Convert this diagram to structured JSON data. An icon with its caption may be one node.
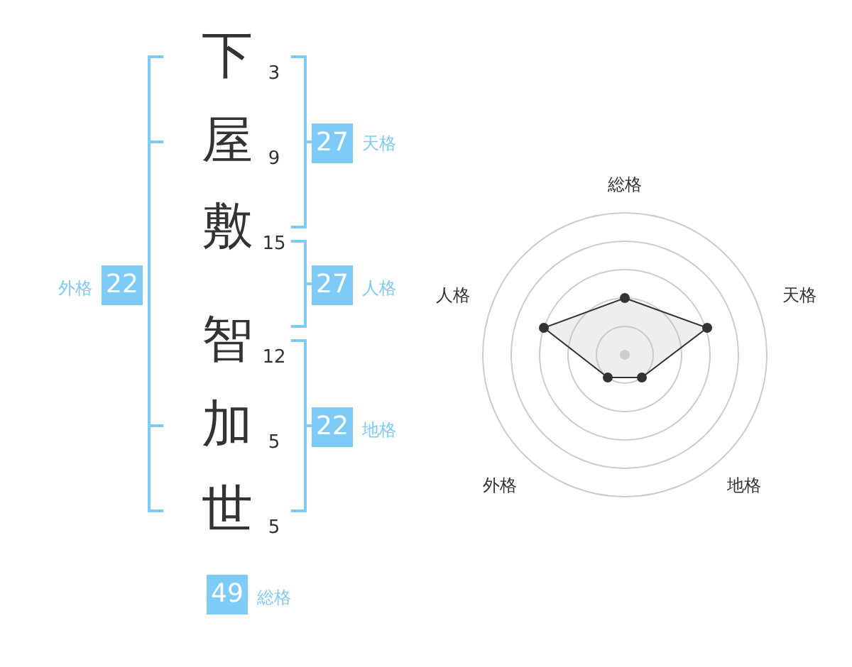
{
  "diagram": {
    "labels": [
      "下",
      "3",
      "屋",
      "9",
      "27",
      "天格",
      "敷",
      "15",
      "外格",
      "22",
      "27",
      "人格",
      "智",
      "12",
      "加",
      "5",
      "22",
      "地格",
      "世",
      "5",
      "49",
      "総格",
      "総格",
      "人格",
      "天格",
      "外格",
      "地格"
    ]
  }
}
